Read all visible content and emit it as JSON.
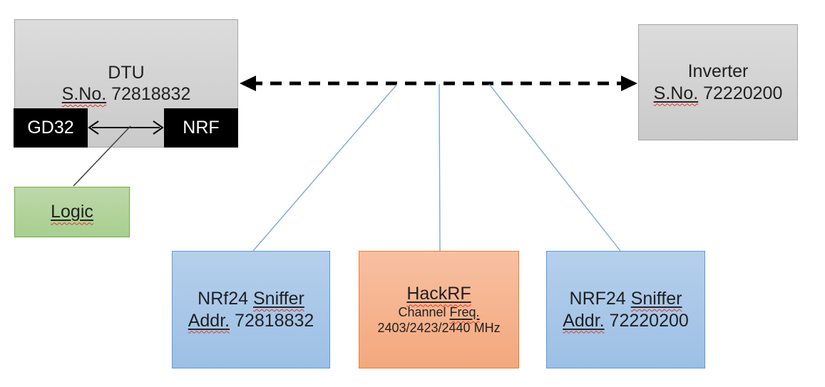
{
  "dtu": {
    "title": "DTU",
    "serial_prefix": "S.No.",
    "serial_number": "72818832",
    "chips": {
      "gd32": "GD32",
      "nrf": "NRF"
    }
  },
  "logic": {
    "label": "Logic"
  },
  "inverter": {
    "title": "Inverter",
    "serial_prefix": "S.No.",
    "serial_number": "72220200"
  },
  "sniffer_left": {
    "model": "NRf24",
    "role": "Sniffer",
    "addr_prefix": "Addr.",
    "addr_value": "72818832"
  },
  "hackrf": {
    "title": "HackRF",
    "channel_word": "Channel",
    "freq_word": "Freq.",
    "frequencies": "2403/2423/2440 MHz"
  },
  "sniffer_right": {
    "model": "NRF24",
    "role": "Sniffer",
    "addr_prefix": "Addr.",
    "addr_value": "72220200"
  },
  "colors": {
    "gray_fill": "#d6d6d6",
    "gray_border": "#a6a6a6",
    "black_chip": "#000000",
    "green_fill": "#b2d49b",
    "green_border": "#70ad47",
    "blue_fill": "#a8c6e8",
    "blue_border": "#5b9bd5",
    "orange_fill": "#f4b183",
    "orange_border": "#ed7d31",
    "connector_blue": "#7fa8d9",
    "arrow_black": "#000000",
    "squiggle_red": "#e0392b"
  }
}
